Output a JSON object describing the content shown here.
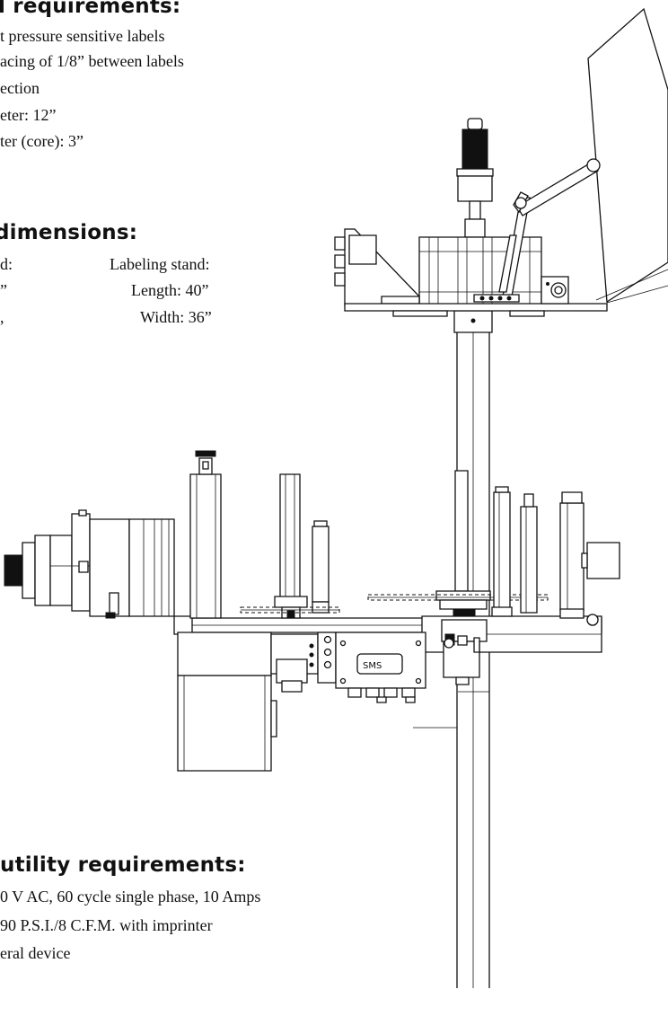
{
  "label_requirements": {
    "heading": "l requirements:",
    "lines": [
      "t pressure sensitive labels",
      "acing of 1/8” between labels",
      "ection",
      "eter: 12”",
      "ter (core): 3”"
    ]
  },
  "dimensions": {
    "heading": "dimensions:",
    "left_lines": [
      "d:",
      "”",
      ","
    ],
    "stand_title": "Labeling stand:",
    "stand_length": "Length: 40”",
    "stand_width": "Width: 36”"
  },
  "drawing": {
    "controller_label": "SMS"
  },
  "utility_requirements": {
    "heading": "utility requirements:",
    "lines": [
      "0 V AC, 60 cycle single phase, 10 Amps",
      "90 P.S.I./8 C.F.M. with imprinter",
      "eral device"
    ]
  }
}
